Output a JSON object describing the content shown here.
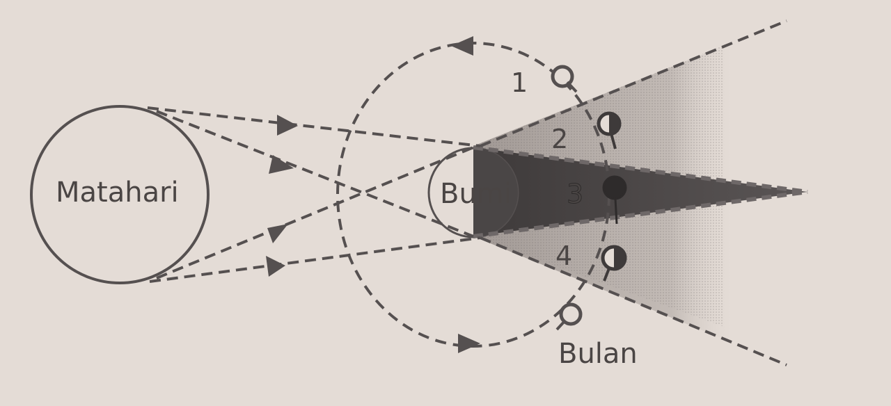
{
  "labels": {
    "sun": "Matahari",
    "earth": "Bumi",
    "moon": "Bulan"
  },
  "positions": [
    "1",
    "2",
    "3",
    "4"
  ],
  "colors": {
    "background": "#e4dcd6",
    "line": "#555050",
    "umbra": "#4a4646",
    "penumbra": "#a8a09c",
    "text": "#4a4544"
  }
}
